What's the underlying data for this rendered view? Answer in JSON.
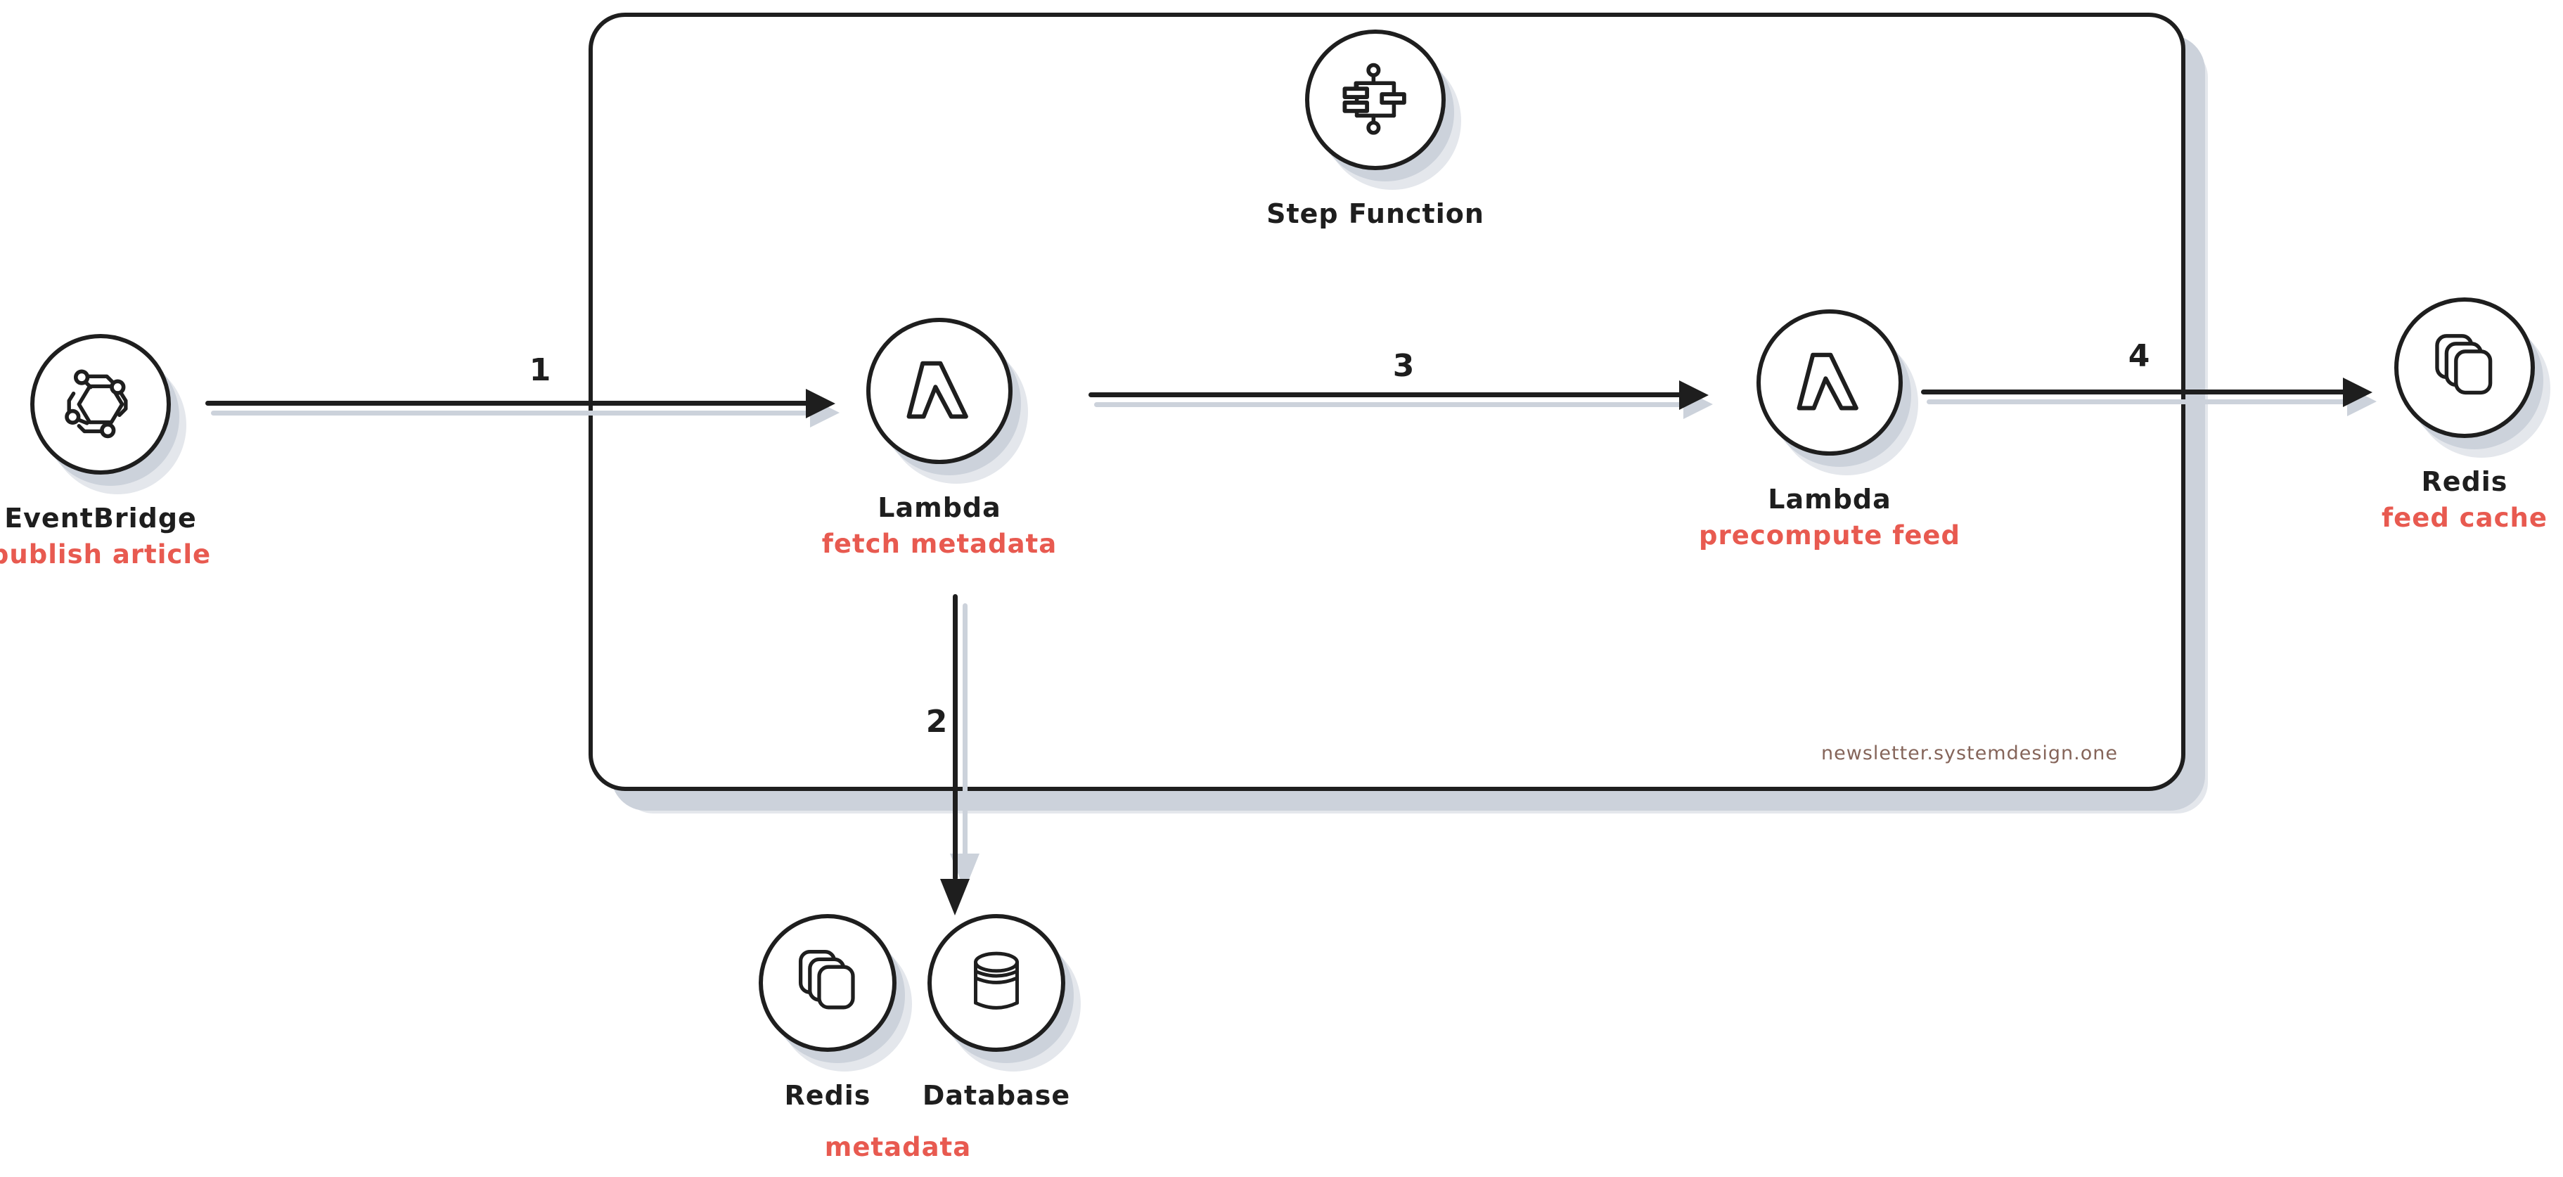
{
  "diagram": {
    "watermark": "newsletter.systemdesign.one",
    "nodes": {
      "eventbridge": {
        "label": "EventBridge",
        "sublabel": "publish article"
      },
      "step_function": {
        "label": "Step Function"
      },
      "lambda_fetch": {
        "label": "Lambda",
        "sublabel": "fetch metadata"
      },
      "lambda_precompute": {
        "label": "Lambda",
        "sublabel": "precompute feed"
      },
      "redis_feed": {
        "label": "Redis",
        "sublabel": "feed cache"
      },
      "redis_meta": {
        "label": "Redis"
      },
      "database": {
        "label": "Database"
      },
      "metadata_shared_sublabel": "metadata"
    },
    "edges": {
      "e1": {
        "label": "1",
        "from": "EventBridge",
        "to": "Lambda fetch metadata"
      },
      "e2": {
        "label": "2",
        "from": "Lambda fetch metadata",
        "to": "Redis / Database metadata"
      },
      "e3": {
        "label": "3",
        "from": "Lambda fetch metadata",
        "to": "Lambda precompute feed"
      },
      "e4": {
        "label": "4",
        "from": "Lambda precompute feed",
        "to": "Redis feed cache"
      }
    },
    "colors": {
      "stroke": "#1e1e1e",
      "accent_red": "#e85a50",
      "watermark": "#85655a",
      "shadow": "#ccd2db",
      "shadow_light": "#e4e7ec",
      "background": "#ffffff"
    }
  }
}
